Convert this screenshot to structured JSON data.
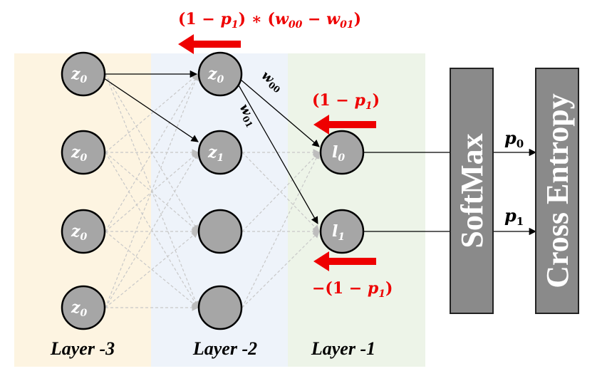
{
  "layers": [
    {
      "id": "layer-3",
      "label": "Layer -3",
      "color": "#fdf4e1"
    },
    {
      "id": "layer-2",
      "label": "Layer -2",
      "color": "#eef3fa"
    },
    {
      "id": "layer-1",
      "label": "Layer -1",
      "color": "#edf4e8"
    }
  ],
  "nodes": {
    "layer3": [
      {
        "base": "z",
        "sub": "0"
      },
      {
        "base": "z",
        "sub": "0"
      },
      {
        "base": "z",
        "sub": "0"
      },
      {
        "base": "z",
        "sub": "0"
      }
    ],
    "layer2": [
      {
        "base": "z",
        "sub": "0"
      },
      {
        "base": "z",
        "sub": "1"
      },
      {
        "base": "",
        "sub": ""
      },
      {
        "base": "",
        "sub": ""
      }
    ],
    "layer1": [
      {
        "base": "l",
        "sub": "0"
      },
      {
        "base": "l",
        "sub": "1"
      }
    ]
  },
  "weights": {
    "w00": {
      "base": "w",
      "sub": "00"
    },
    "w01": {
      "base": "w",
      "sub": "01"
    }
  },
  "gradients": {
    "top": {
      "open": "(1 − ",
      "p": "p",
      "psub": "1",
      "mid": ") ∗ (",
      "w1": "w",
      "w1sub": "00",
      "minus": " − ",
      "w2": "w",
      "w2sub": "01",
      "close": ")"
    },
    "l0": {
      "open": "(1 − ",
      "p": "p",
      "psub": "1",
      "close": ")"
    },
    "l1": {
      "open": "−(1 − ",
      "p": "p",
      "psub": "1",
      "close": ")"
    }
  },
  "outputs": [
    {
      "base": "p",
      "sub": "0"
    },
    {
      "base": "p",
      "sub": "1"
    }
  ],
  "boxes": {
    "softmax": "SoftMax",
    "cross_entropy": "Cross Entropy"
  },
  "colors": {
    "gradient": "#ee0000",
    "node_fill": "#a6a6a6",
    "box_fill": "#8a8a8a"
  }
}
